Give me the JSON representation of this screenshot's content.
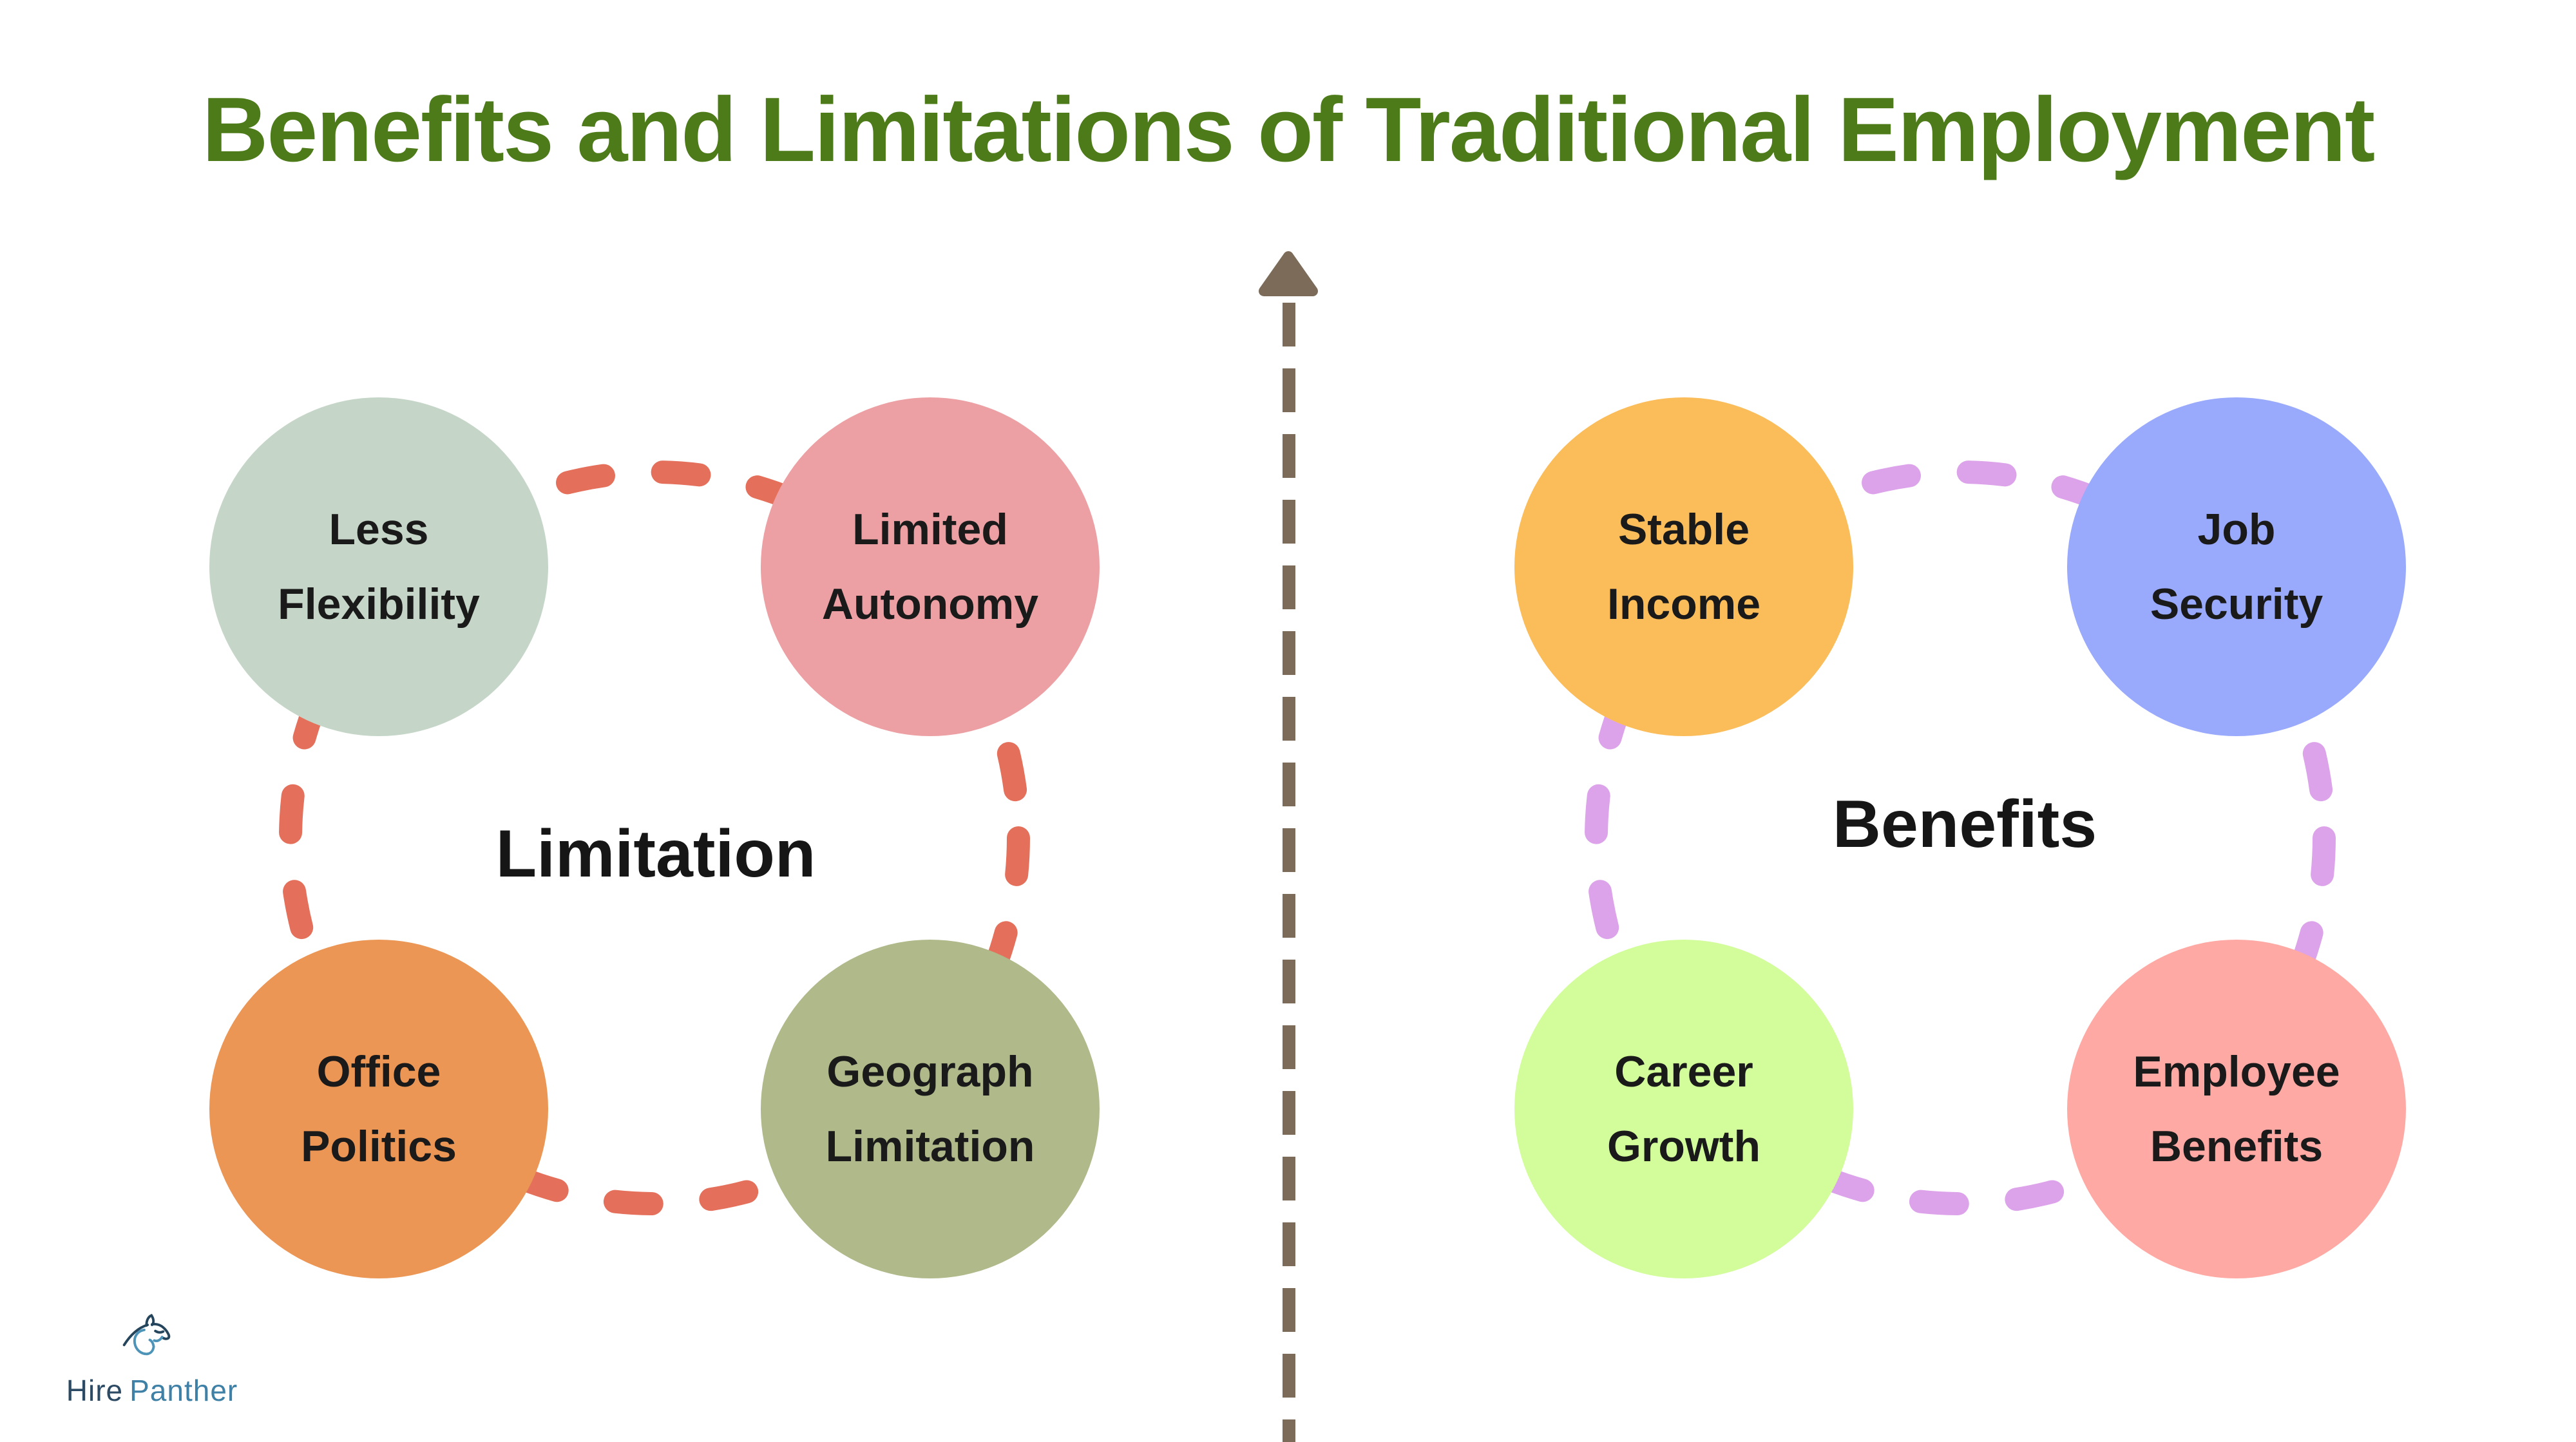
{
  "title": {
    "text": "Benefits and Limitations of Traditional Employment",
    "color": "#4E7B1A"
  },
  "limitations": {
    "label": "Limitation",
    "connector_color": "#E4705B",
    "items": [
      {
        "line1": "Less",
        "line2": "Flexibility",
        "color": "#C5D6C8"
      },
      {
        "line1": "Limited",
        "line2": "Autonomy",
        "color": "#EDA0A4"
      },
      {
        "line1": "Office",
        "line2": "Politics",
        "color": "#EB9655"
      },
      {
        "line1": "Geograph",
        "line2": "Limitation",
        "color": "#AFB98A"
      }
    ]
  },
  "benefits": {
    "label": "Benefits",
    "connector_color": "#DCA3EA",
    "items": [
      {
        "line1": "Stable",
        "line2": "Income",
        "color": "#FBBC5A"
      },
      {
        "line1": "Job",
        "line2": "Security",
        "color": "#99A9FC"
      },
      {
        "line1": "Career",
        "line2": "Growth",
        "color": "#D2FD9A"
      },
      {
        "line1": "Employee",
        "line2": "Benefits",
        "color": "#FFA9A4"
      }
    ]
  },
  "divider": {
    "color": "#7B6B58",
    "direction": "up"
  },
  "logo": {
    "word1": "Hire",
    "word2": "Panther",
    "word1_color": "#2C4A63",
    "word2_color": "#3E80A6",
    "icon_dark": "#24455C",
    "icon_light": "#4E93B8"
  }
}
